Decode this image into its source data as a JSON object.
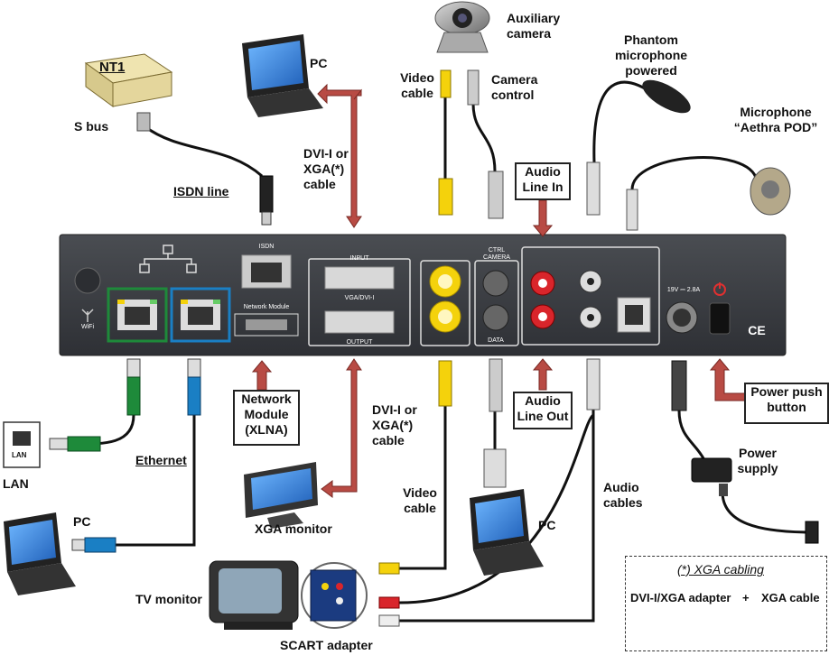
{
  "labels": {
    "nt1": "NT1",
    "s_bus": "S bus",
    "isdn_line": "ISDN line",
    "pc_top": "PC",
    "dvi_top": "DVI-I or\nXGA(*)\ncable",
    "video_cable_top": "Video\ncable",
    "aux_camera": "Auxiliary\ncamera",
    "camera_control": "Camera\ncontrol",
    "phantom_mic": "Phantom microphone\npowered",
    "mic_pod": "Microphone\n“Aethra POD”",
    "audio_line_in": "Audio\nLine In",
    "network_module": "Network\nModule\n(XLNA)",
    "dvi_bottom": "DVI-I or\nXGA(*)\ncable",
    "audio_line_out": "Audio\nLine Out",
    "power_push": "Power push\nbutton",
    "lan": "LAN",
    "lan_socket": "LAN",
    "ethernet": "Ethernet",
    "xga_monitor": "XGA monitor",
    "video_cable_bottom": "Video\ncable",
    "audio_cables": "Audio\ncables",
    "power_supply": "Power\nsupply",
    "pc_left": "PC",
    "pc_mid": "PC",
    "tv_monitor": "TV monitor",
    "scart_adapter": "SCART adapter",
    "xga_note_title": "(*) XGA cabling",
    "dvi_xga_adapter": "DVI-I/XGA adapter",
    "plus": "+",
    "xga_cable": "XGA cable"
  },
  "panel": {
    "wifi": "WiFi",
    "isdn": "ISDN",
    "network_module": "Network Module",
    "input": "INPUT",
    "vga_dvi": "VGA/DVI-I",
    "output": "OUTPUT",
    "ctrl_camera": "CTRL\nCAMERA",
    "data": "DATA",
    "power_rating": "19V ⎓ 2.8A",
    "ce": "CE"
  },
  "colors": {
    "panel": "#3c3f44",
    "arrow": "#b84b44",
    "eth_green": "#1e8a3a",
    "eth_blue": "#1a7fc4",
    "yellow": "#f4d20c",
    "red": "#d9252b",
    "cable": "#111111"
  }
}
